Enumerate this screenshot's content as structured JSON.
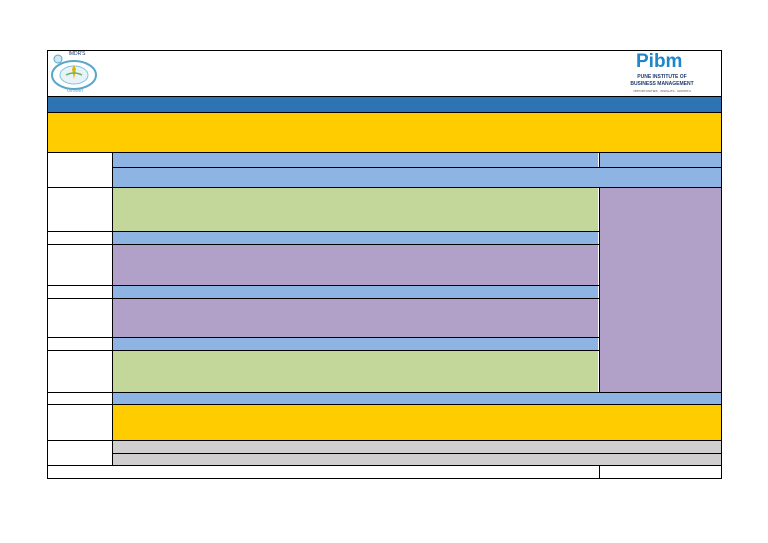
{
  "header": {
    "left_logo": {
      "top_text": "IMDR'S",
      "bottom_text": "Growth",
      "icon": "circular-globe-logo-icon"
    },
    "right_logo": {
      "brand": "Pibm",
      "line1": "PUNE INSTITUTE OF",
      "line2": "BUSINESS MANAGEMENT",
      "tagline": "OPPORTUNITIES · INSIGHTS · GROWTH"
    }
  },
  "colors": {
    "header_band": "#2e74b5",
    "yellow": "#ffcc00",
    "light_blue": "#8db4e2",
    "green": "#c4d79b",
    "purple": "#b1a0c7",
    "grey": "#d0cece"
  }
}
